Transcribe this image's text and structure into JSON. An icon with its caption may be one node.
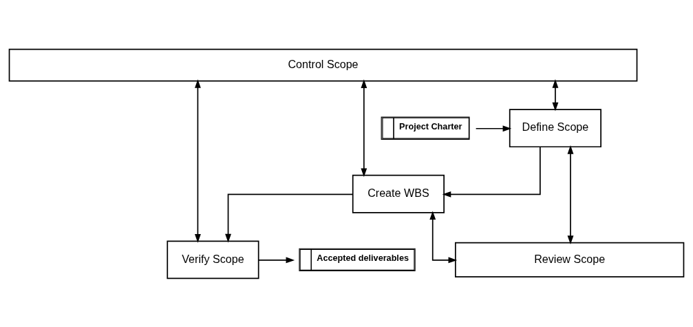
{
  "diagram": {
    "nodes": [
      {
        "text": [
          "Control Scope"
        ]
      },
      {
        "text": [
          "Project Charter"
        ]
      },
      {
        "text": [
          "Define Scope"
        ]
      },
      {
        "text": [
          "Create WBS"
        ]
      },
      {
        "text": [
          "Verify Scope"
        ]
      },
      {
        "text": [
          "Accepted deliverables"
        ]
      },
      {
        "text": [
          "Review Scope"
        ]
      }
    ],
    "edges": [
      {
        "from": 1,
        "to": 2,
        "arrow": "to"
      },
      {
        "from": 2,
        "to": 0,
        "arrow": "both"
      },
      {
        "from": 2,
        "to": 3,
        "arrow": "to"
      },
      {
        "from": 3,
        "to": 0,
        "arrow": "both"
      },
      {
        "from": 3,
        "to": 4,
        "arrow": "to"
      },
      {
        "from": 4,
        "to": 0,
        "arrow": "both"
      },
      {
        "from": 4,
        "to": 5,
        "arrow": "to"
      },
      {
        "from": 2,
        "to": 6,
        "arrow": "both"
      },
      {
        "from": 3,
        "to": 6,
        "arrow": "both"
      }
    ]
  }
}
